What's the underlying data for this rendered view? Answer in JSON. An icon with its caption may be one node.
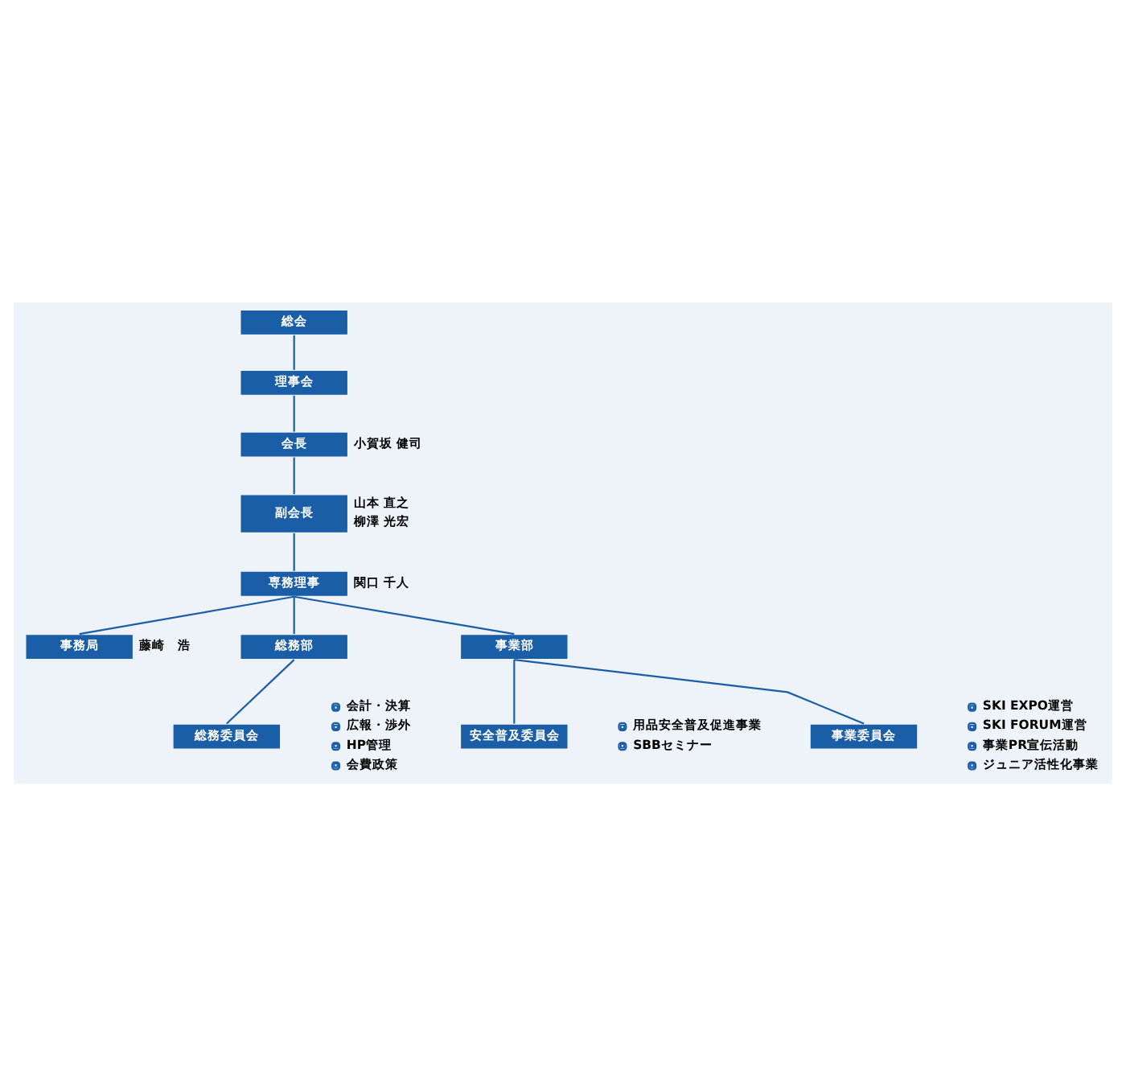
{
  "diagram": {
    "nodes": [
      {
        "text": [
          "総会"
        ]
      },
      {
        "text": [
          "理事会"
        ]
      },
      {
        "text": [
          "会長"
        ],
        "beside": [
          "小賀坂 健司"
        ]
      },
      {
        "text": [
          "副会長"
        ],
        "beside": [
          "山本 直之",
          "柳澤 光宏"
        ]
      },
      {
        "text": [
          "専務理事"
        ],
        "beside": [
          "関口 千人"
        ]
      },
      {
        "text": [
          "事務局"
        ],
        "beside": [
          "藤崎　浩"
        ]
      },
      {
        "text": [
          "総務部"
        ]
      },
      {
        "text": [
          "事業部"
        ]
      },
      {
        "text": [
          "総務委員会"
        ],
        "beside": [
          "会計・決算",
          "広報・渉外",
          "HP管理",
          "会費政策"
        ]
      },
      {
        "text": [
          "安全普及委員会"
        ],
        "beside": [
          "用品安全普及促進事業",
          "SBBセミナー"
        ]
      },
      {
        "text": [
          "事業委員会"
        ],
        "beside": [
          "SKI EXPO運営",
          "SKI FORUM運営",
          "事業PR宣伝活動",
          "ジュニア活性化事業"
        ]
      }
    ],
    "edges": [
      {
        "from": 0,
        "to": 1,
        "arrow": "none"
      },
      {
        "from": 1,
        "to": 2,
        "arrow": "none"
      },
      {
        "from": 2,
        "to": 3,
        "arrow": "none"
      },
      {
        "from": 3,
        "to": 4,
        "arrow": "none"
      },
      {
        "from": 4,
        "to": 5,
        "arrow": "none"
      },
      {
        "from": 4,
        "to": 6,
        "arrow": "none"
      },
      {
        "from": 4,
        "to": 7,
        "arrow": "none"
      },
      {
        "from": 6,
        "to": 8,
        "arrow": "none"
      },
      {
        "from": 7,
        "to": 9,
        "arrow": "none"
      },
      {
        "from": 7,
        "to": 10,
        "arrow": "none"
      }
    ]
  }
}
